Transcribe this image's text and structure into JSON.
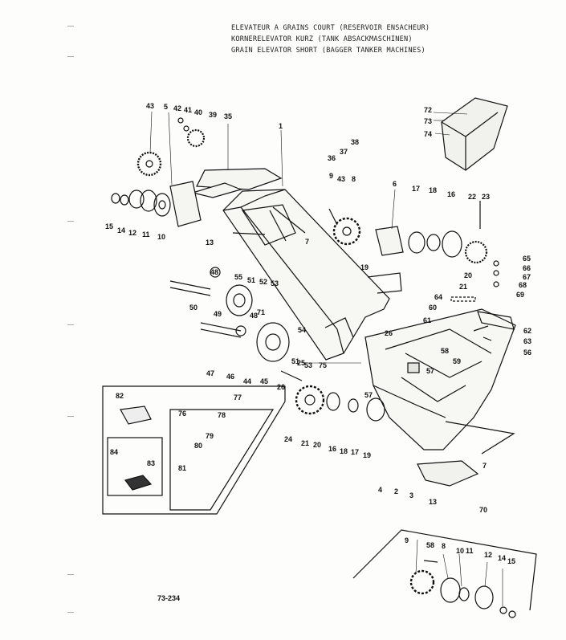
{
  "header": {
    "line_fr": "ELEVATEUR A GRAINS COURT (RESERVOIR ENSACHEUR)",
    "line_de": "KORNERELEVATOR KURZ (TANK ABSACKMASCHINEN)",
    "line_en": "GRAIN ELEVATOR SHORT (BAGGER TANKER MACHINES)"
  },
  "footer": {
    "drawing_ref": "73-234"
  },
  "callouts": [
    "1",
    "2",
    "3",
    "4",
    "5",
    "6",
    "7",
    "7",
    "8",
    "8",
    "9",
    "9",
    "10",
    "10",
    "11",
    "11",
    "12",
    "12",
    "13",
    "13",
    "14",
    "14",
    "15",
    "15",
    "16",
    "16",
    "17",
    "17",
    "18",
    "18",
    "19",
    "19",
    "20",
    "20",
    "21",
    "21",
    "22",
    "23",
    "24",
    "25",
    "26",
    "26",
    "35",
    "36",
    "37",
    "38",
    "39",
    "40",
    "41",
    "42",
    "43",
    "43",
    "44",
    "45",
    "46",
    "47",
    "48",
    "48",
    "49",
    "50",
    "51",
    "51",
    "52",
    "53",
    "53",
    "54",
    "55",
    "56",
    "57",
    "57",
    "58",
    "58",
    "59",
    "60",
    "61",
    "62",
    "63",
    "64",
    "65",
    "66",
    "67",
    "68",
    "69",
    "70",
    "71",
    "72",
    "73",
    "74",
    "75",
    "76",
    "77",
    "78",
    "79",
    "80",
    "81",
    "82",
    "83",
    "84"
  ]
}
